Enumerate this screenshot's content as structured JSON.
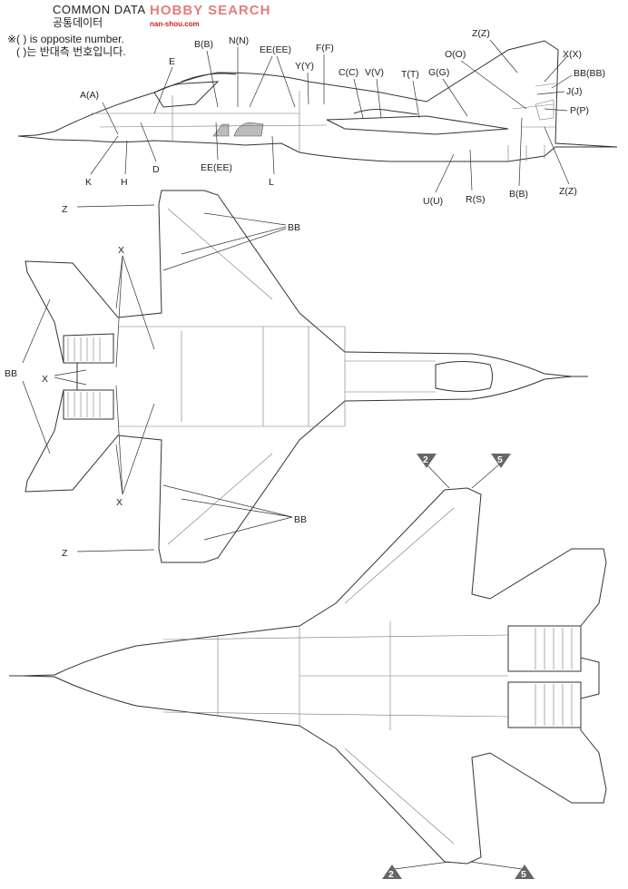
{
  "watermark": {
    "text": "HOBBY SEARCH",
    "site": "nan-shou.com"
  },
  "header": {
    "title": "COMMON DATA",
    "title_ko": "공통데이터",
    "note_en": "※(  ) is opposite number.",
    "note_ko": "(  )는 반대측 번호입니다."
  },
  "side_view": {
    "labels": [
      "A(A)",
      "E",
      "B(B)",
      "N(N)",
      "EE(EE)",
      "Y(Y)",
      "F(F)",
      "C(C)",
      "V(V)",
      "T(T)",
      "G(G)",
      "O(O)",
      "Z(Z)",
      "X(X)",
      "BB(BB)",
      "J(J)",
      "P(P)",
      "K",
      "H",
      "D",
      "EE(EE)",
      "L",
      "U(U)",
      "R(S)",
      "B(B)",
      "Z(Z)"
    ]
  },
  "top_view": {
    "labels": [
      "Z",
      "BB",
      "X",
      "BB",
      "X",
      "X",
      "BB",
      "Z"
    ]
  },
  "bottom_view": {
    "markers": [
      "2",
      "5",
      "2",
      "5"
    ]
  }
}
